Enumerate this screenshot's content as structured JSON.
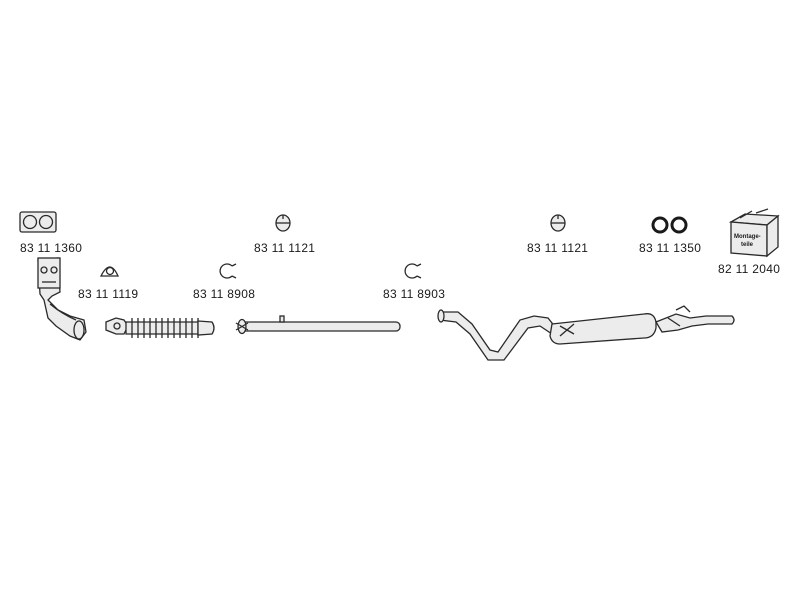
{
  "diagram": {
    "part_numbers": {
      "gasket_manifold": "83 11 1360",
      "hanger_front": "83 11 1121",
      "hanger_rear": "83 11 1121",
      "o_rings": "83 11 1350",
      "mounting_kit": "82 11 2040",
      "clamp_small": "83 11 1119",
      "clamp_front": "83 11 8908",
      "clamp_rear": "83 11 8903"
    },
    "mounting_kit_text": {
      "line1": "Montage-",
      "line2": "teile"
    }
  }
}
